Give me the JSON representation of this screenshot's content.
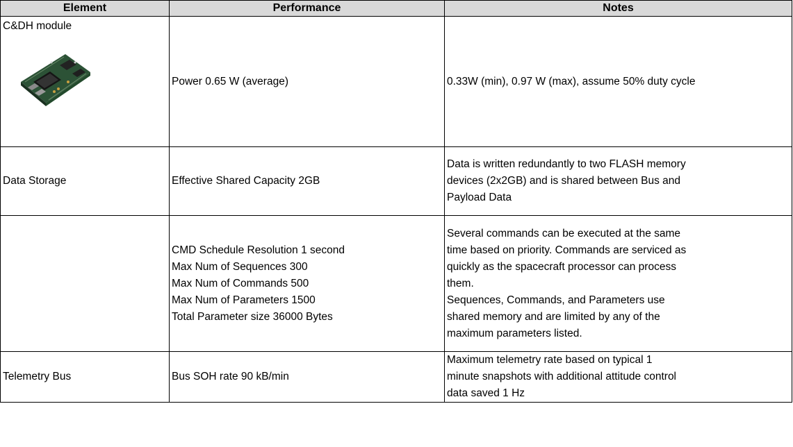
{
  "table": {
    "headers": {
      "element": "Element",
      "performance": "Performance",
      "notes": "Notes"
    },
    "rows": [
      {
        "element": "C&DH module",
        "image": "circuit-board-module-icon",
        "performance_lines": [
          "Power 0.65 W (average)"
        ],
        "notes_lines": [
          "0.33W (min), 0.97 W (max), assume 50% duty cycle"
        ]
      },
      {
        "element": "Data Storage",
        "performance_lines": [
          "Effective Shared Capacity 2GB"
        ],
        "notes_lines": [
          "Data is written redundantly to two FLASH memory",
          "devices (2x2GB) and is shared between Bus and",
          "Payload Data"
        ]
      },
      {
        "element": "",
        "performance_lines": [
          "CMD Schedule Resolution 1 second",
          "Max Num of Sequences 300",
          "Max Num of Commands 500",
          "Max Num of Parameters 1500",
          "Total Parameter size 36000 Bytes"
        ],
        "notes_lines": [
          "Several commands can be executed at the same",
          "time based on priority. Commands are serviced as",
          "quickly as the spacecraft processor can process",
          "them.",
          "Sequences, Commands, and Parameters use",
          "shared memory and are limited by any of the",
          "maximum parameters listed."
        ]
      },
      {
        "element": "Telemetry Bus",
        "performance_lines": [
          "Bus SOH rate 90 kB/min"
        ],
        "notes_lines": [
          "Maximum telemetry rate based on typical 1",
          "minute snapshots with additional attitude control",
          "data saved 1 Hz"
        ]
      }
    ]
  },
  "colors": {
    "header_bg": "#d9d9d9",
    "border": "#000000",
    "board_green": "#2f5a3a"
  }
}
